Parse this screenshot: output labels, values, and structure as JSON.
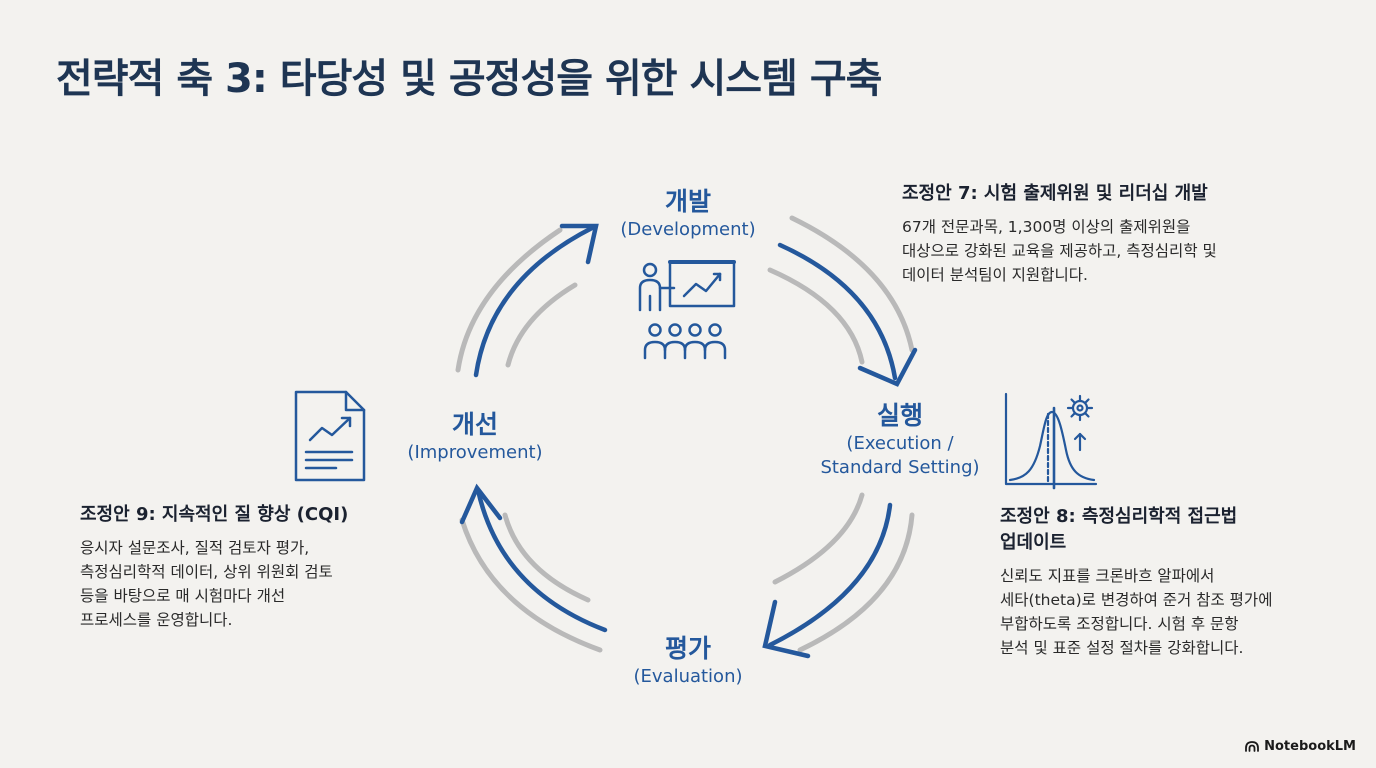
{
  "title": "전략적 축 3: 타당성 및 공정성을 위한 시스템 구축",
  "nodes": {
    "development": {
      "ko": "개발",
      "en": "(Development)"
    },
    "execution": {
      "ko": "실행",
      "en": "(Execution /\nStandard Setting)"
    },
    "evaluation": {
      "ko": "평가",
      "en": "(Evaluation)"
    },
    "improvement": {
      "ko": "개선",
      "en": "(Improvement)"
    }
  },
  "descriptions": {
    "adj7": {
      "heading": "조정안 7: 시험 출제위원 및 리더십 개발",
      "body": "67개 전문과목, 1,300명 이상의 출제위원을\n대상으로 강화된 교육을 제공하고, 측정심리학 및\n데이터 분석팀이 지원합니다."
    },
    "adj8": {
      "heading": "조정안 8: 측정심리학적 접근법\n업데이트",
      "body": "신뢰도 지표를 크론바흐 알파에서\n세타(theta)로 변경하여 준거 참조 평가에\n부합하도록 조정합니다. 시험 후 문항\n분석 및 표준 설정 절차를 강화합니다."
    },
    "adj9": {
      "heading": "조정안 9: 지속적인 질 향상 (CQI)",
      "body": "응시자 설문조사, 질적 검토자 평가,\n측정심리학적 데이터, 상위 위원회 검토\n등을 바탕으로 매 시험마다 개선\n프로세스를 운영합니다."
    }
  },
  "icons": {
    "development": "presentation-icon",
    "execution": "bell-curve-gear-icon",
    "improvement": "report-trend-icon",
    "brand": "notebooklm-logo-icon"
  },
  "brand": "NotebookLM",
  "colors": {
    "accent": "#24589c",
    "arc_gray": "#b9b9b9",
    "background": "#f3f2ef",
    "title": "#1e3553"
  }
}
